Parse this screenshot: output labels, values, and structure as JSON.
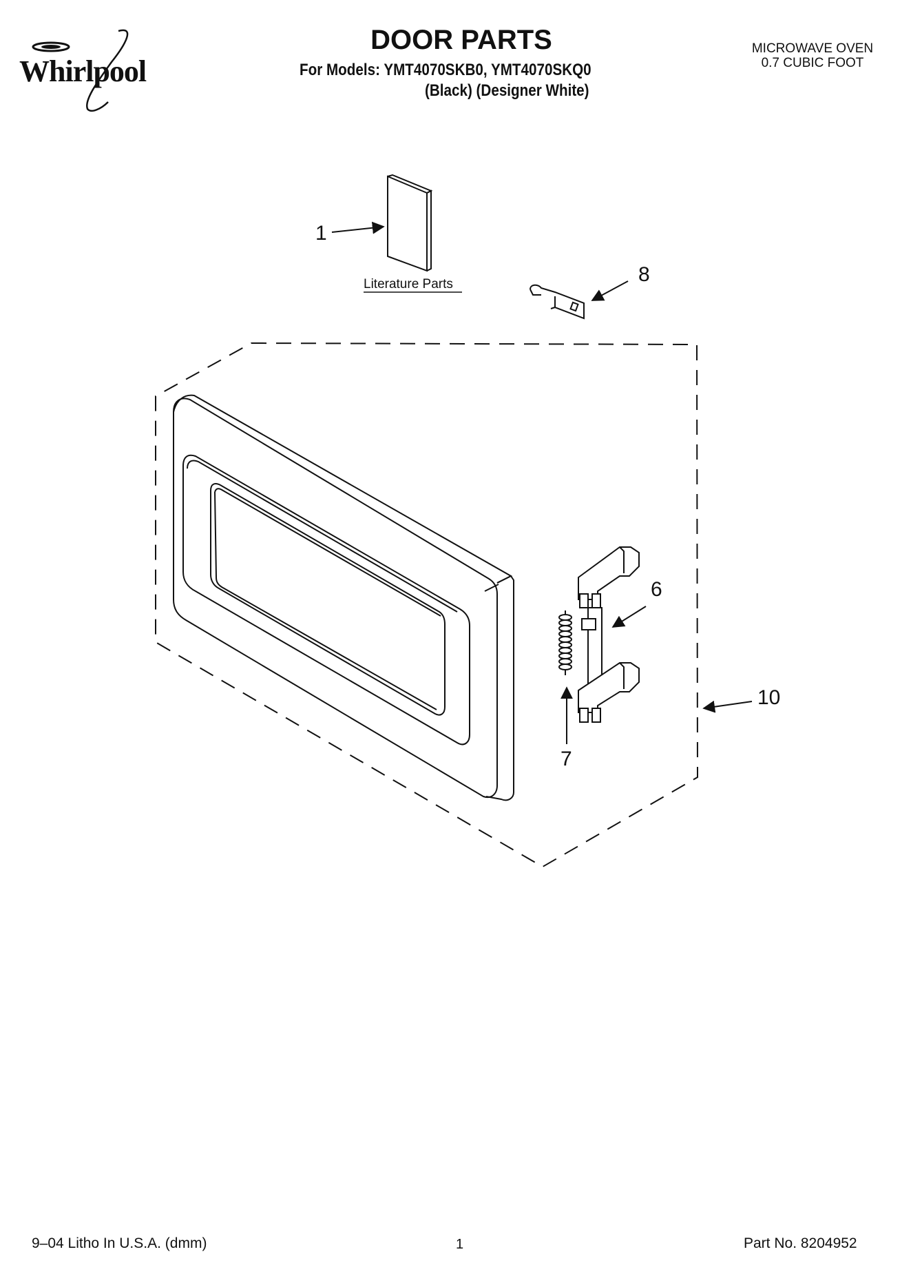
{
  "header": {
    "brand": "Whirlpool",
    "title": "DOOR PARTS",
    "models_line": "For Models: YMT4070SKB0, YMT4070SKQ0",
    "variants_line": "(Black)  (Designer White)",
    "product_type": "MICROWAVE OVEN",
    "product_size": "0.7 CUBIC FOOT"
  },
  "diagram": {
    "literature_label": "Literature Parts",
    "callouts": {
      "c1": "1",
      "c6": "6",
      "c7": "7",
      "c8": "8",
      "c10": "10"
    }
  },
  "footer": {
    "print_info": "9–04 Litho In U.S.A. (dmm)",
    "page_number": "1",
    "part_number": "Part No. 8204952"
  }
}
